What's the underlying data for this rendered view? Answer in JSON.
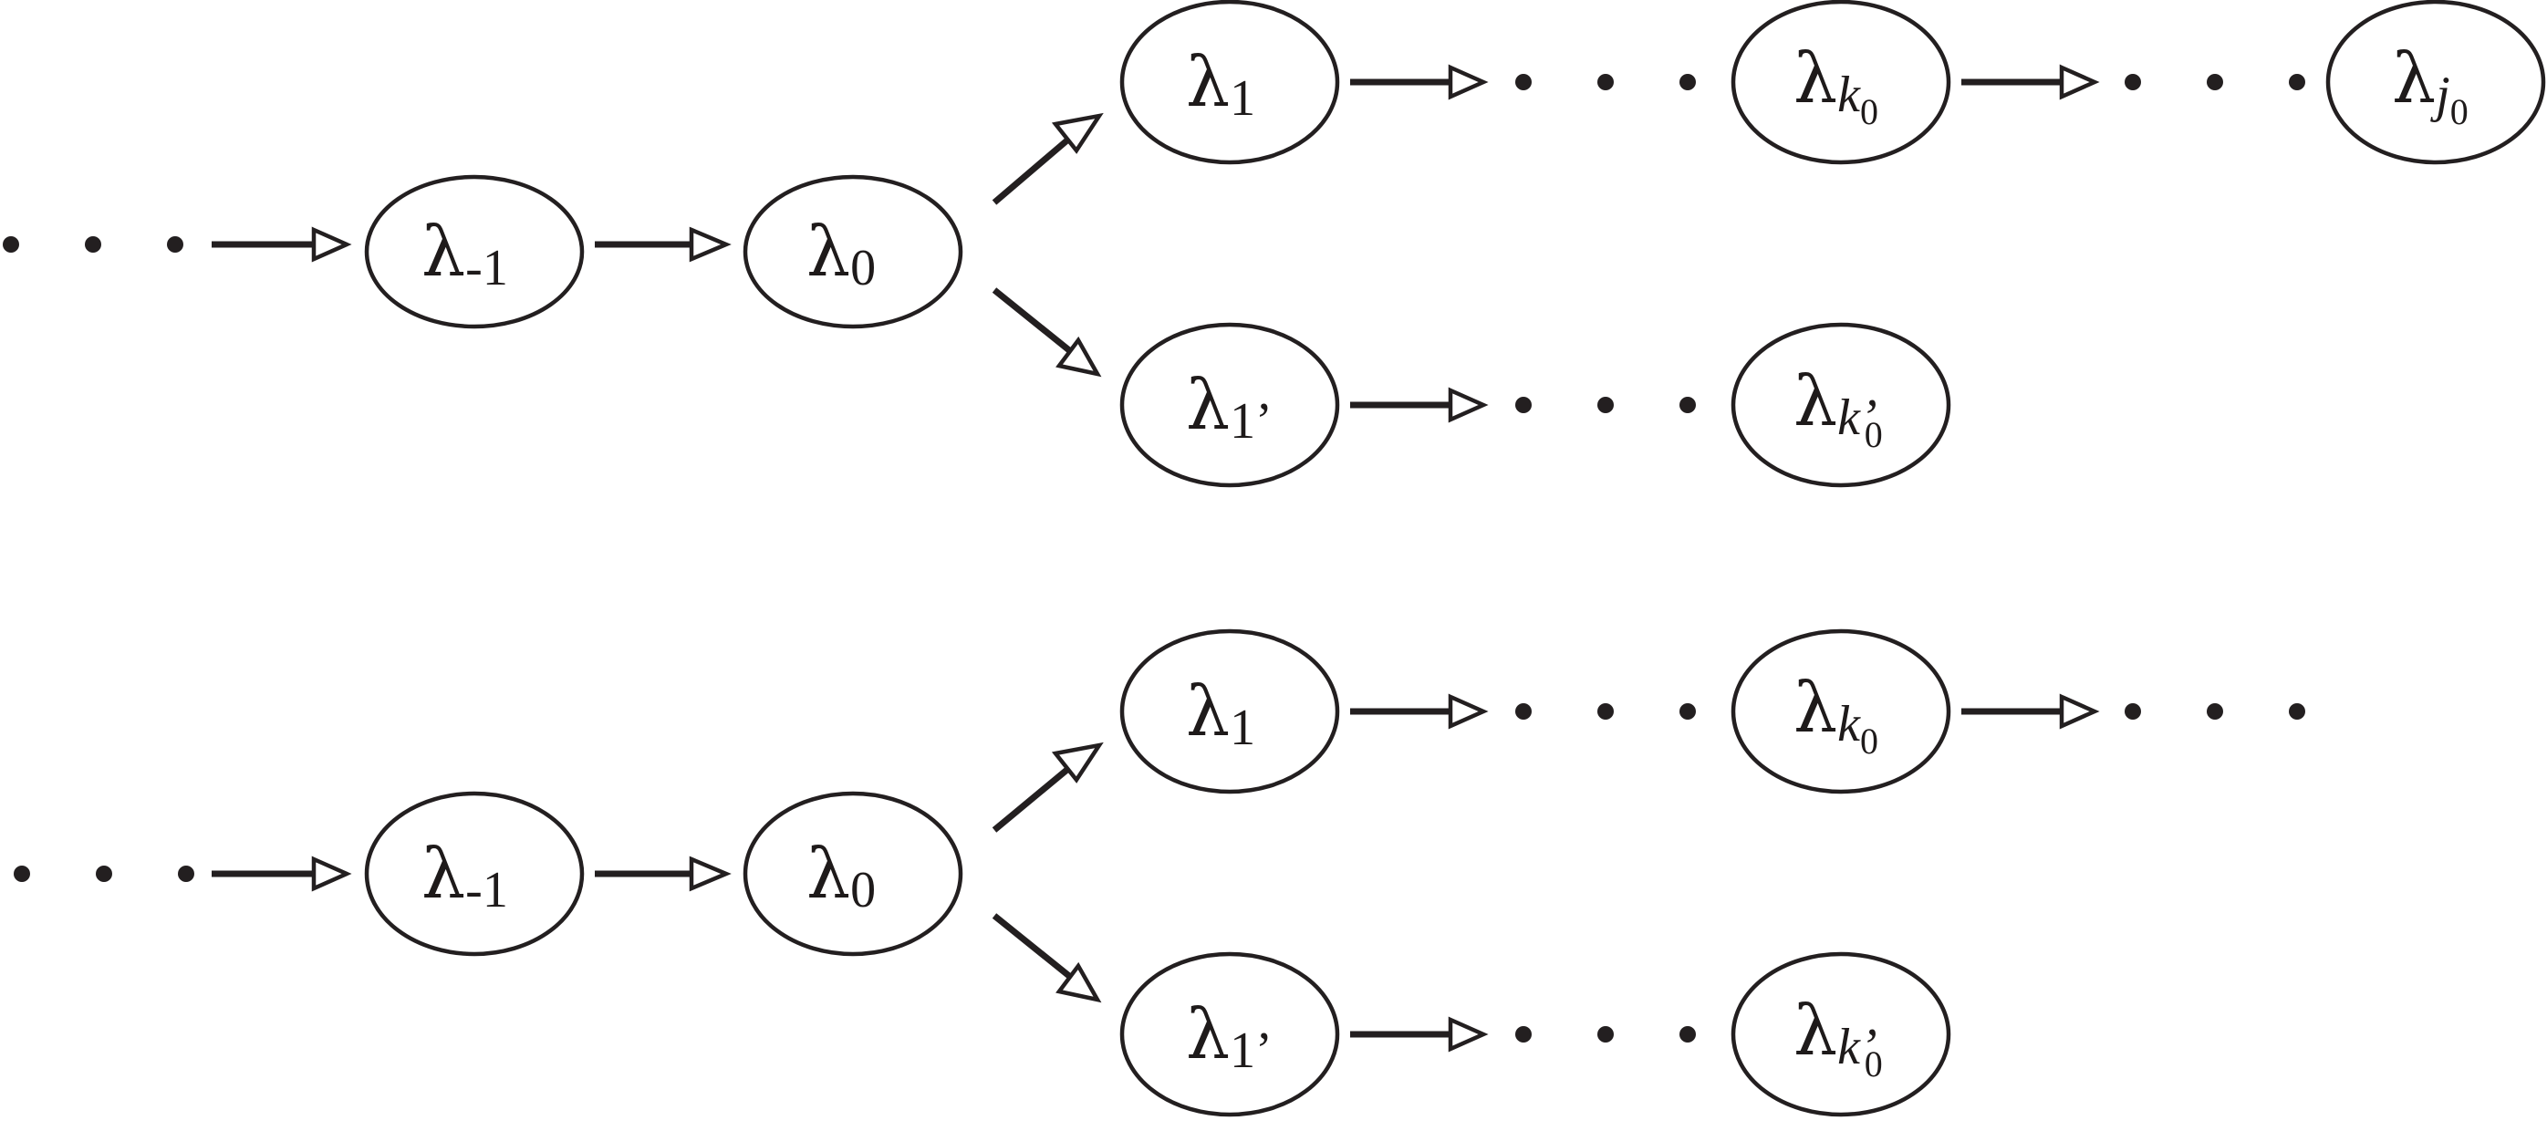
{
  "diagram": {
    "symbol": "λ",
    "top": {
      "nodes": [
        {
          "id": "lambda-minus-1",
          "sub": "-1",
          "sub_style": "roman"
        },
        {
          "id": "lambda-0",
          "sub": "0",
          "sub_style": "roman"
        },
        {
          "id": "lambda-1",
          "sub": "1",
          "sub_style": "roman"
        },
        {
          "id": "lambda-1-prime",
          "sub": "1’",
          "sub_style": "roman"
        },
        {
          "id": "lambda-k0",
          "sub": "k",
          "sub_style": "italic",
          "subsub": "0"
        },
        {
          "id": "lambda-k0-prime",
          "sub": "k’",
          "sub_style": "italic",
          "subsub": "0"
        },
        {
          "id": "lambda-j0",
          "sub": "j",
          "sub_style": "italic",
          "subsub": "0"
        }
      ]
    },
    "bottom": {
      "nodes": [
        {
          "id": "lambda-minus-1",
          "sub": "-1",
          "sub_style": "roman"
        },
        {
          "id": "lambda-0",
          "sub": "0",
          "sub_style": "roman"
        },
        {
          "id": "lambda-1",
          "sub": "1",
          "sub_style": "roman"
        },
        {
          "id": "lambda-1-prime",
          "sub": "1’",
          "sub_style": "roman"
        },
        {
          "id": "lambda-k0",
          "sub": "k",
          "sub_style": "italic",
          "subsub": "0"
        },
        {
          "id": "lambda-k0-prime",
          "sub": "k’",
          "sub_style": "italic",
          "subsub": "0"
        }
      ]
    }
  }
}
